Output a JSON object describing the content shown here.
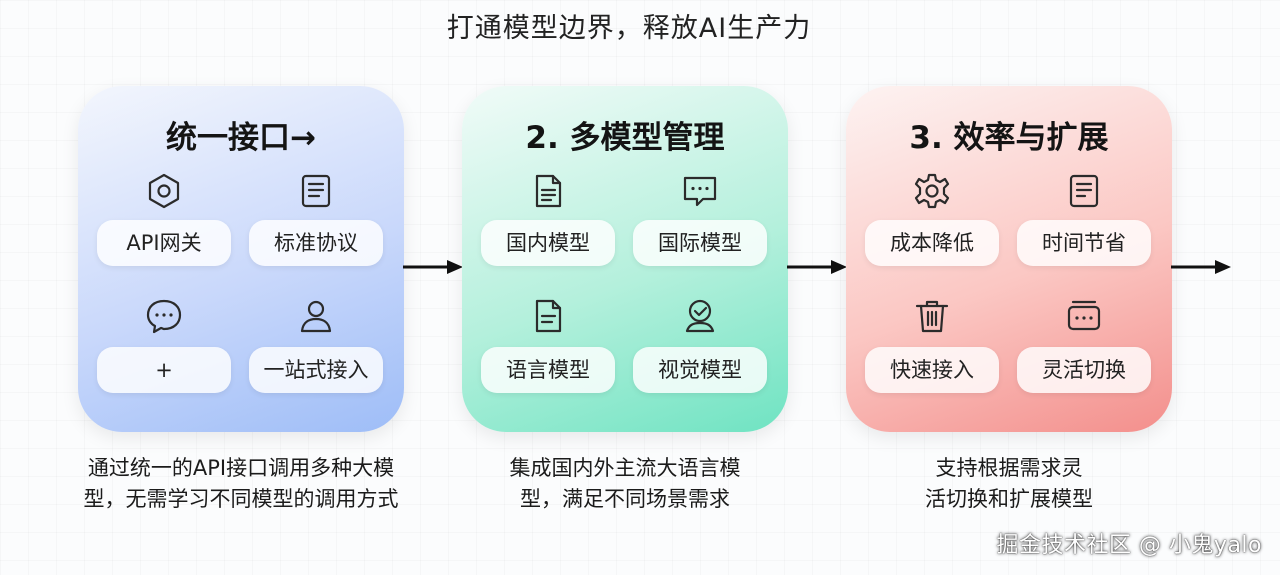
{
  "title": "打通模型边界，释放AI生产力",
  "cards": [
    {
      "title": "统一接口→",
      "items": [
        {
          "label": "API网关",
          "icon": "hexagon-icon"
        },
        {
          "label": "标准协议",
          "icon": "document-icon"
        },
        {
          "label": "+",
          "icon": "chat-bubble-icon"
        },
        {
          "label": "一站式接入",
          "icon": "user-icon"
        }
      ],
      "description": [
        "通过统一的API接口调用多种大模",
        "型，无需学习不同模型的调用方式"
      ]
    },
    {
      "title": "2. 多模型管理",
      "items": [
        {
          "label": "国内模型",
          "icon": "document-icon"
        },
        {
          "label": "国际模型",
          "icon": "message-icon"
        },
        {
          "label": "语言模型",
          "icon": "file-icon"
        },
        {
          "label": "视觉模型",
          "icon": "verified-user-icon"
        }
      ],
      "description": [
        "集成国内外主流大语言模",
        "型，满足不同场景需求"
      ]
    },
    {
      "title": "3. 效率与扩展",
      "items": [
        {
          "label": "成本降低",
          "icon": "gear-icon"
        },
        {
          "label": "时间节省",
          "icon": "document-icon"
        },
        {
          "label": "快速接入",
          "icon": "trash-icon"
        },
        {
          "label": "灵活切换",
          "icon": "card-icon"
        }
      ],
      "description": [
        "支持根据需求灵",
        "活切换和扩展模型"
      ]
    }
  ],
  "watermark": "掘金技术社区 @ 小鬼yalo",
  "colors": {
    "card1": "#9ebdf7",
    "card2": "#6fe3c2",
    "card3": "#f38f8c",
    "arrow": "#111111"
  }
}
